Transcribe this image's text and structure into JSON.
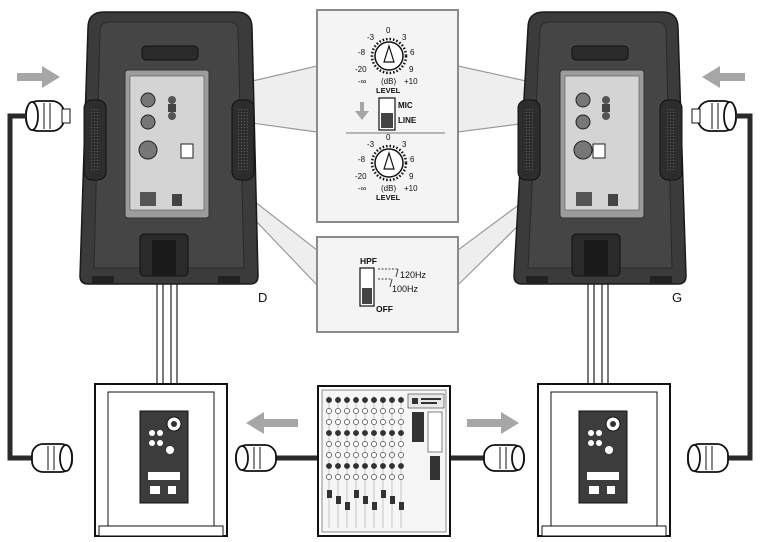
{
  "speakers": {
    "left_label": "D",
    "right_label": "G"
  },
  "level_knob": {
    "ticks": [
      "-3",
      "0",
      "3",
      "6",
      "9",
      "+10",
      "-8",
      "-20",
      "-∞"
    ],
    "unit": "(dB)",
    "caption": "LEVEL"
  },
  "input_switch": {
    "upper": "MIC",
    "lower": "LINE"
  },
  "hpf_switch": {
    "title": "HPF",
    "opt1": "120Hz",
    "opt2": "100Hz",
    "off": "OFF"
  },
  "colors": {
    "speaker_body": "#3b3b3b",
    "callout_fill": "#f0f0f0",
    "callout_border": "#888888",
    "arrow": "#a6a6a6",
    "cable": "#2a2a2a"
  }
}
